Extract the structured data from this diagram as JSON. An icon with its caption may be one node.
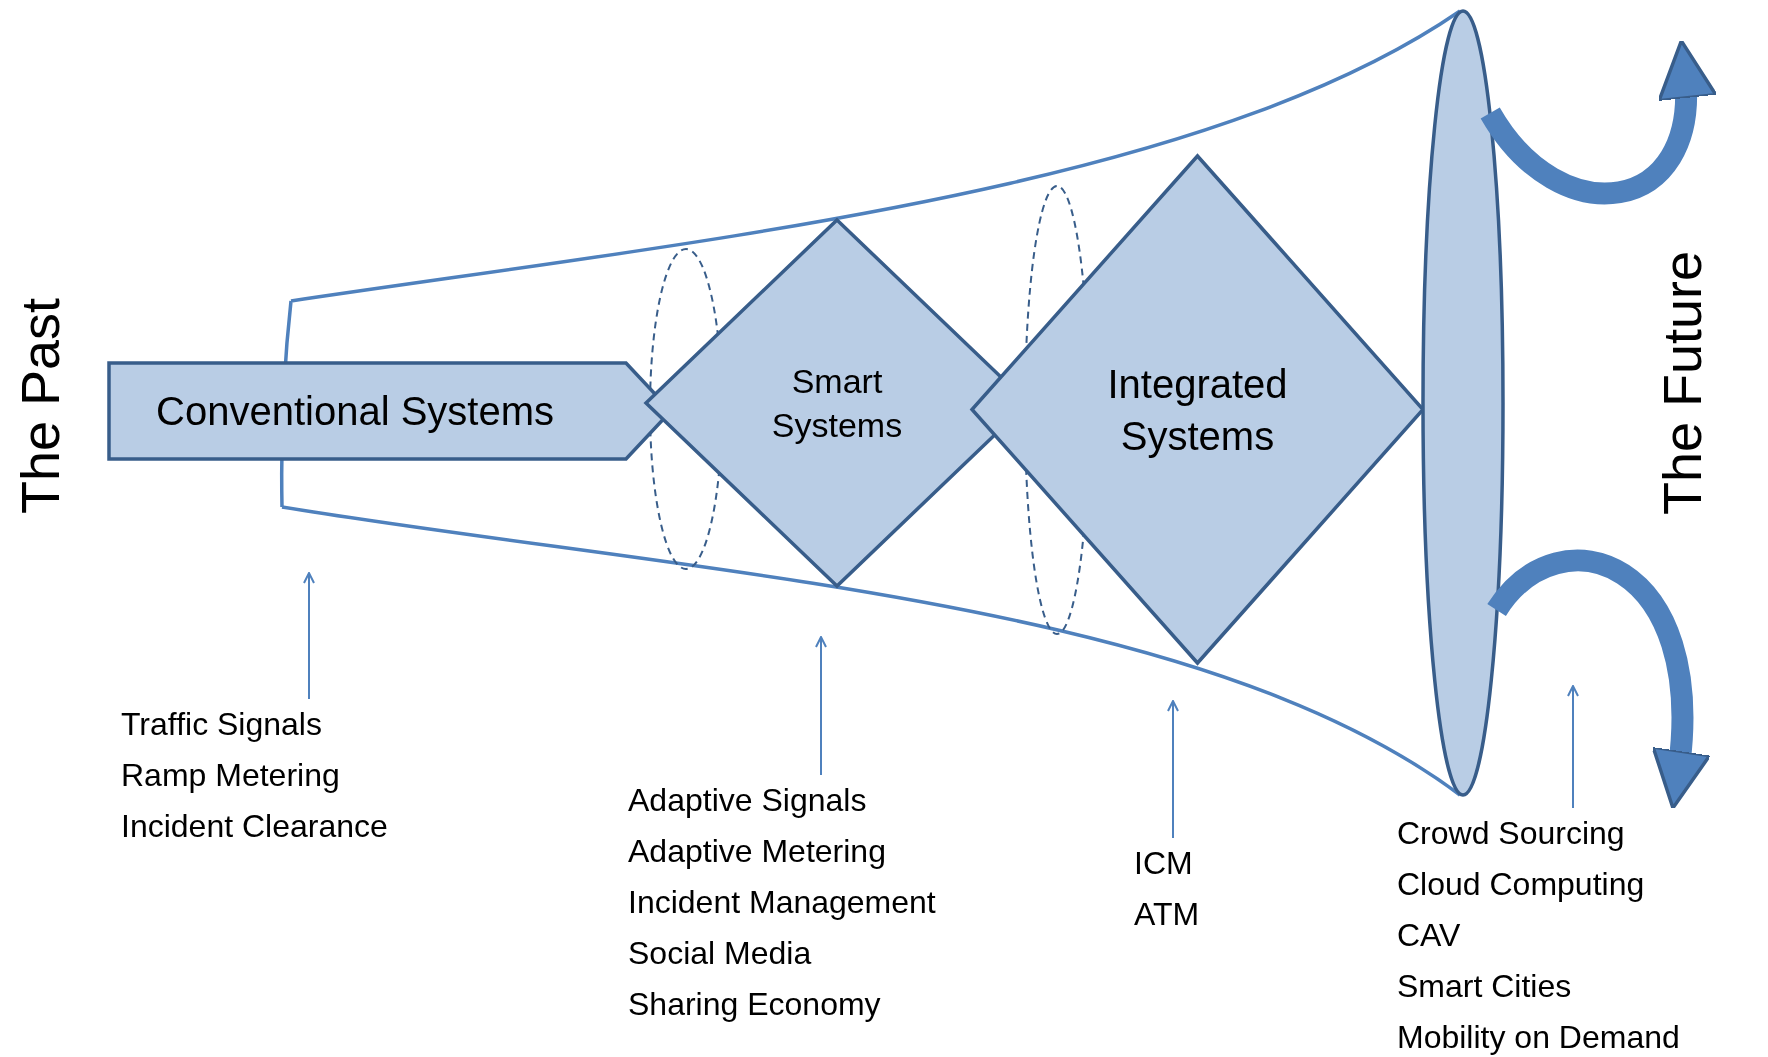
{
  "diagram": {
    "nodes": [
      {
        "text": [
          "Conventional Systems"
        ]
      },
      {
        "text": [
          "Smart Systems"
        ]
      },
      {
        "text": [
          "Integrated Systems"
        ]
      },
      {
        "text": [],
        "shape": "ellipse"
      },
      {
        "text": [
          "Traffic Signals",
          "Ramp Metering",
          "Incident Clearance"
        ]
      },
      {
        "text": [
          "Adaptive Signals",
          "Adaptive Metering",
          "Incident Management",
          "Social Media",
          "Sharing Economy"
        ]
      },
      {
        "text": [
          "ICM",
          "ATM"
        ]
      },
      {
        "text": [
          "Crowd Sourcing",
          "Cloud Computing",
          "CAV",
          "Smart Cities",
          "Mobility on Demand"
        ]
      }
    ],
    "edges": [
      {
        "from": 4,
        "to": null,
        "arrow": "to"
      },
      {
        "from": 5,
        "to": null,
        "arrow": "to"
      },
      {
        "from": 6,
        "to": null,
        "arrow": "to"
      },
      {
        "from": 7,
        "to": null,
        "arrow": "to"
      },
      {
        "from": 3,
        "to": null,
        "arrow": "to",
        "style": "thick"
      },
      {
        "from": 3,
        "to": 7,
        "arrow": "to",
        "style": "thick"
      }
    ],
    "labels": [
      "The Past",
      "The Future"
    ]
  }
}
